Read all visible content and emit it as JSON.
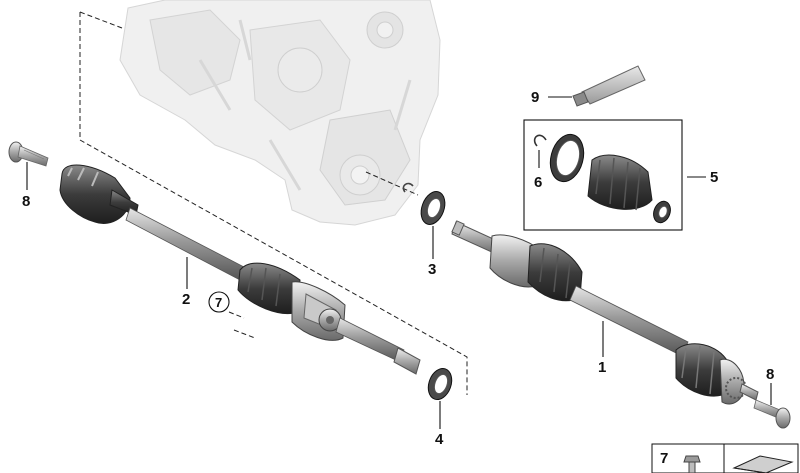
{
  "diagram": {
    "callouts": {
      "c1": "1",
      "c2": "2",
      "c3": "3",
      "c4": "4",
      "c5": "5",
      "c6": "6",
      "c7": "7",
      "c8_left": "8",
      "c8_right": "8",
      "c9": "9"
    },
    "legend_box": {
      "number": "7"
    },
    "colors": {
      "part_dark": "#3a3a3a",
      "part_mid": "#7d7d7d",
      "part_light": "#bdbdbd",
      "gearbox_ghost": "#d9d9d9",
      "line": "#111111"
    }
  }
}
